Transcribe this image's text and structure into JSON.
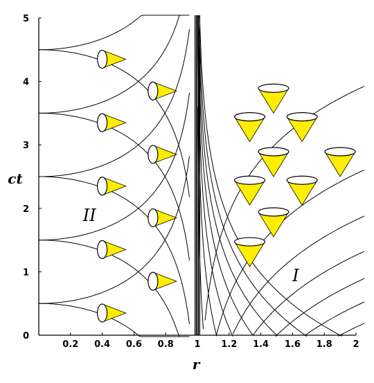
{
  "chart_data": {
    "type": "line",
    "title": "",
    "xlabel": "r",
    "ylabel": "ct",
    "xlim": [
      0,
      2
    ],
    "ylim": [
      0,
      5
    ],
    "x_ticks": [
      "0.2",
      "0.4",
      "0.6",
      "0.8",
      "1",
      "1.2",
      "1.4",
      "1.6",
      "1.8",
      "2"
    ],
    "x_tick_values": [
      0.2,
      0.4,
      0.6,
      0.8,
      1.0,
      1.2,
      1.4,
      1.6,
      1.8,
      2.0
    ],
    "y_ticks": [
      "0",
      "1",
      "2",
      "3",
      "4",
      "5"
    ],
    "y_tick_values": [
      0,
      1,
      2,
      3,
      4,
      5
    ],
    "horizon_r": 1,
    "interior_start_times": [
      0.5,
      1.5,
      2.5,
      3.5,
      4.5
    ],
    "exterior_start_radii": [
      1.04,
      1.12,
      1.22,
      1.35,
      1.5,
      1.68,
      1.9
    ],
    "interior_cones": [
      {
        "r": 0.4,
        "t": 0.35
      },
      {
        "r": 0.4,
        "t": 1.35
      },
      {
        "r": 0.4,
        "t": 2.35
      },
      {
        "r": 0.4,
        "t": 3.35
      },
      {
        "r": 0.4,
        "t": 4.35
      },
      {
        "r": 0.72,
        "t": 0.85
      },
      {
        "r": 0.72,
        "t": 1.85
      },
      {
        "r": 0.72,
        "t": 2.85
      },
      {
        "r": 0.72,
        "t": 3.85
      }
    ],
    "exterior_cones": [
      {
        "r": 1.33,
        "t": 1.08
      },
      {
        "r": 1.33,
        "t": 2.05
      },
      {
        "r": 1.33,
        "t": 3.05
      },
      {
        "r": 1.48,
        "t": 1.55
      },
      {
        "r": 1.48,
        "t": 2.5
      },
      {
        "r": 1.48,
        "t": 3.5
      },
      {
        "r": 1.66,
        "t": 2.05
      },
      {
        "r": 1.66,
        "t": 3.05
      },
      {
        "r": 1.9,
        "t": 2.5
      }
    ],
    "annotations": [
      {
        "text": "II",
        "r": 0.32,
        "t": 1.8
      },
      {
        "text": "I",
        "r": 1.62,
        "t": 0.85
      }
    ],
    "grid": false,
    "legend": "none"
  }
}
